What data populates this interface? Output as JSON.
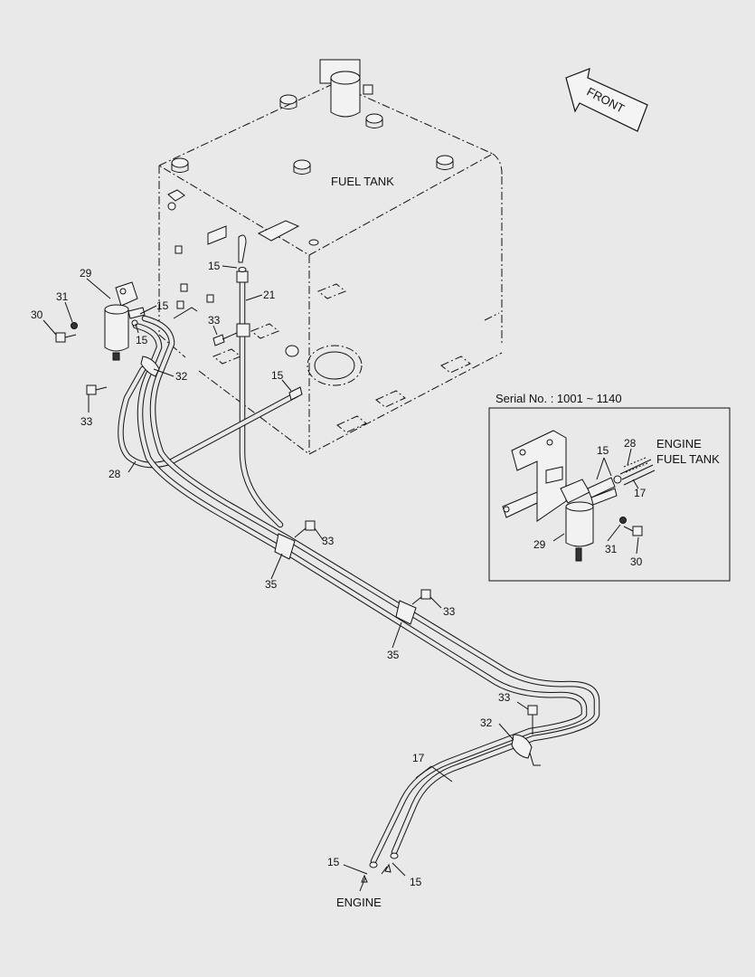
{
  "diagram": {
    "front_label": "FRONT",
    "fuel_tank_label": "FUEL TANK",
    "engine_label_bottom": "ENGINE",
    "inset": {
      "serial_label": "Serial No. : 1001 ~ 1140",
      "engine_label": "ENGINE",
      "fuel_tank_label": "FUEL TANK",
      "callouts": [
        "15",
        "28",
        "17",
        "29",
        "31",
        "30"
      ]
    },
    "callouts": {
      "c29": "29",
      "c31": "31",
      "c30": "30",
      "c15a": "15",
      "c15b": "15",
      "c15c": "15",
      "c21": "21",
      "c33a": "33",
      "c32a": "32",
      "c15d": "15",
      "c33b": "33",
      "c28": "28",
      "c33c": "33",
      "c35a": "35",
      "c33d": "33",
      "c35b": "35",
      "c33e": "33",
      "c32b": "32",
      "c17": "17",
      "c15e": "15",
      "c15f": "15"
    }
  }
}
